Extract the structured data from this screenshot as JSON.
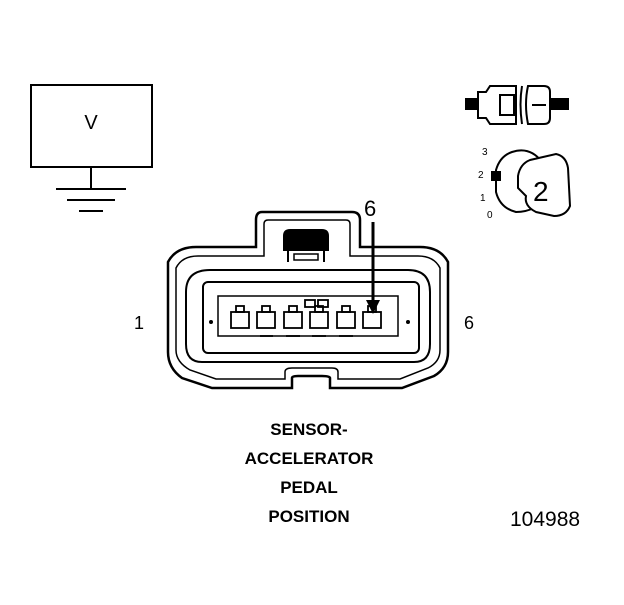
{
  "component_box": {
    "label": "V"
  },
  "pin_labels": {
    "left": "1",
    "right": "6",
    "marker": "6"
  },
  "switch_positions": [
    "3",
    "2",
    "1",
    "0"
  ],
  "knob_position": "2",
  "title_lines": [
    "SENSOR-",
    "ACCELERATOR",
    "PEDAL",
    "POSITION"
  ],
  "part_number": "104988"
}
